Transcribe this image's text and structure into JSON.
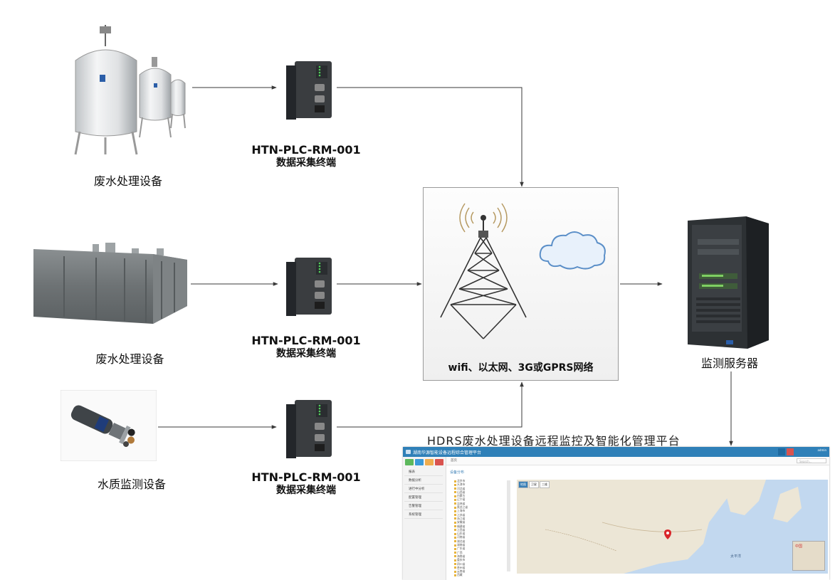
{
  "nodes": {
    "equipment_1_label": "废水处理设备",
    "equipment_2_label": "废水处理设备",
    "equipment_3_label": "水质监测设备",
    "terminal_1_model": "HTN-PLC-RM-001",
    "terminal_1_desc": "数据采集终端",
    "terminal_2_model": "HTN-PLC-RM-001",
    "terminal_2_desc": "数据采集终端",
    "terminal_3_model": "HTN-PLC-RM-001",
    "terminal_3_desc": "数据采集终端",
    "network_label": "wifi、以太网、3G或GPRS网络",
    "server_label": "监测服务器",
    "platform_title": "HDRS废水处理设备远程监控及智能化管理平台"
  },
  "icons": [
    "mixing-tanks",
    "treatment-container",
    "water-probe",
    "plc-terminal",
    "signal-tower",
    "cloud",
    "tower-server"
  ],
  "platform_ui": {
    "app_title": "湖南华源智能设备远程综合管理平台",
    "search_placeholder": "Search...",
    "home_breadcrumb": "首页",
    "tree_header": "设备分布",
    "user_text": "admin",
    "side_items": [
      "报表",
      "数据分析",
      "进行中分析",
      "配置管理",
      "告警管理",
      "系统管理"
    ],
    "tree_items": [
      "北京市",
      "天津市",
      "河北省",
      "山西省",
      "内蒙古",
      "辽宁省",
      "吉林省",
      "黑龙江省",
      "上海市",
      "江苏省",
      "浙江省",
      "安徽省",
      "福建省",
      "江西省",
      "山东省",
      "河南省",
      "湖北省",
      "湖南省",
      "广东省",
      "广西",
      "海南省",
      "重庆市",
      "四川省",
      "贵州省",
      "云南省",
      "西藏"
    ],
    "map_tabs": [
      "地图",
      "卫星",
      "三维"
    ],
    "map_inset_label": "中国",
    "map_ocean_label": "太平洋"
  },
  "colors": {
    "header_blue": "#2f80b8",
    "arrow": "#3a3a3a",
    "marker_red": "#d9262b"
  }
}
